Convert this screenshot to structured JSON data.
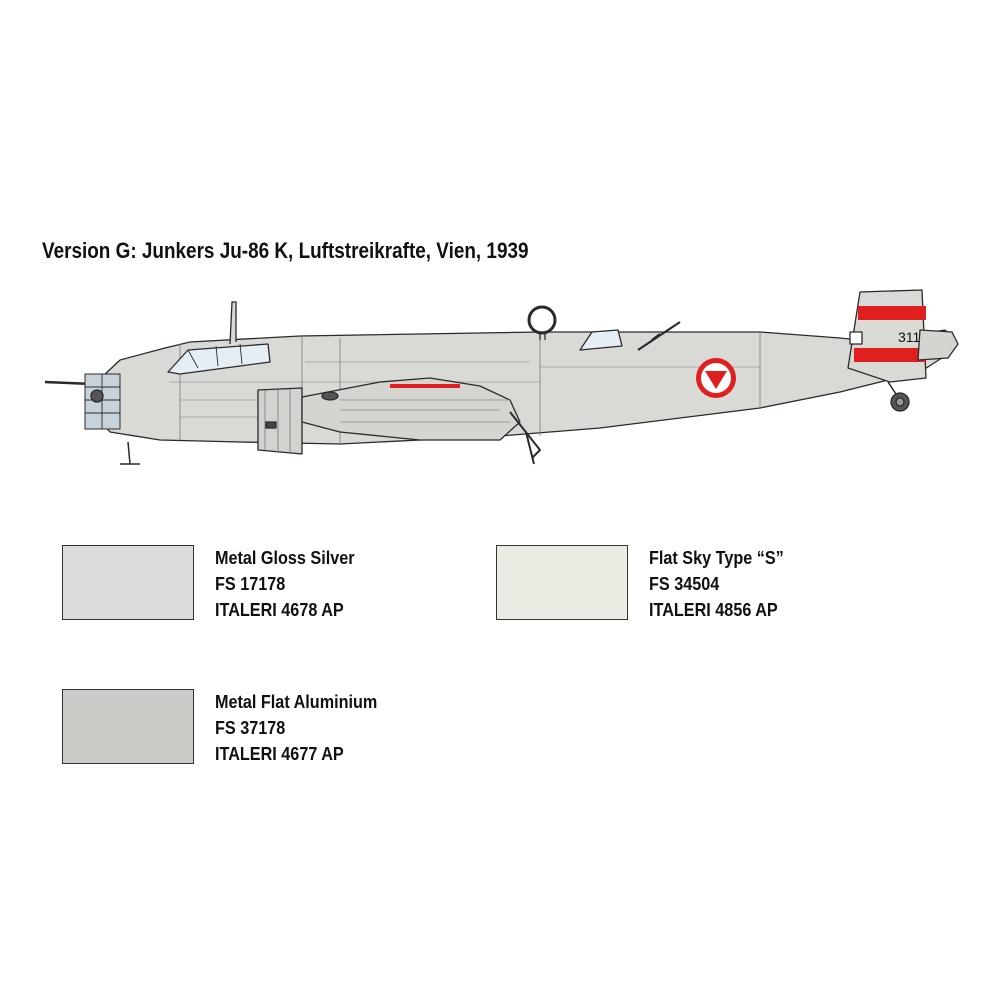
{
  "title": "Version G:  Junkers Ju-86 K, Luftstreikrafte,  Vien, 1939",
  "aircraft": {
    "icon": "junkers-ju86k-side-profile",
    "tail_number": "311",
    "colors": {
      "fuselage": "#d9d9d6",
      "stripe_red": "#e0201e",
      "roundel_red": "#e0201e"
    }
  },
  "paints": [
    {
      "name": "Metal Gloss Silver",
      "fs": "FS 17178",
      "code": "ITALERI 4678 AP",
      "color": "#dcdcda"
    },
    {
      "name": "Flat Sky Type “S”",
      "fs": "FS 34504",
      "code": "ITALERI 4856 AP",
      "color": "#ebebe4"
    },
    {
      "name": "Metal Flat Aluminium",
      "fs": "FS 37178",
      "code": "ITALERI 4677 AP",
      "color": "#cbcbc8"
    }
  ]
}
